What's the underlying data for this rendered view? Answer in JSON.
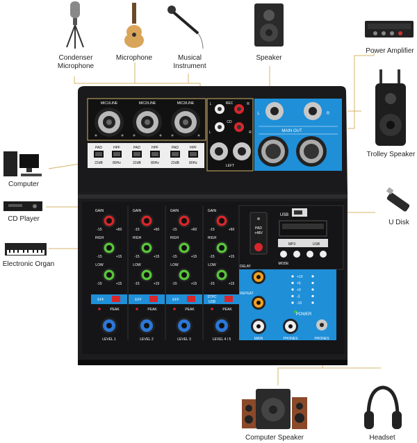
{
  "devices": {
    "condenser_mic": "Condenser\nMicrophone",
    "microphone": "Microphone",
    "musical_instrument": "Musical\nInstrument",
    "speaker": "Speaker",
    "power_amplifier": "Power Amplifier",
    "trolley_speaker": "Trolley Speaker",
    "computer": "Computer",
    "cd_player": "CD Player",
    "electronic_organ": "Electronic Organ",
    "u_disk": "U Disk",
    "computer_speaker": "Computer Speaker",
    "headset": "Headset"
  },
  "mixer": {
    "inputs": [
      "MIC1/LINE",
      "MIC2/LINE",
      "MIC3/LINE"
    ],
    "rec": "REC",
    "cd": "CD",
    "left": "LEFT",
    "l": "L",
    "r": "R",
    "main_out": "MAIN OUT",
    "pad": "PAD",
    "db22": "22dB",
    "hpf": "HPF",
    "hz80": "80Hz",
    "gain": "GAIN",
    "high": "HIGH",
    "low": "LOW",
    "eff": "EFF",
    "peak": "PEAK",
    "levels": [
      "LEVEL 1",
      "LEVEL 2",
      "LEVEL 3",
      "LEVEL 4 / 5"
    ],
    "stpc": "STPC",
    "usb_small": "USB",
    "usb": "USB",
    "pad48": "PAD\n+48V",
    "mode": "MODE",
    "mp3": "MP3",
    "delay": "DELAY",
    "repeat": "REPEAT",
    "power": "POWER",
    "main": "MAIN",
    "phones": "PHONES",
    "meter": [
      "+10",
      "+6",
      "+0",
      "-3",
      "-10"
    ],
    "scale_plus": "+15",
    "scale_minus": "-15",
    "scale_gain": "+60"
  },
  "colors": {
    "panel": "#1a1a1c",
    "blue": "#1f8fd8",
    "red_knob": "#d8262b",
    "green_knob": "#58c53a",
    "orange_knob": "#f0a020",
    "blue_knob": "#2b77d8"
  }
}
